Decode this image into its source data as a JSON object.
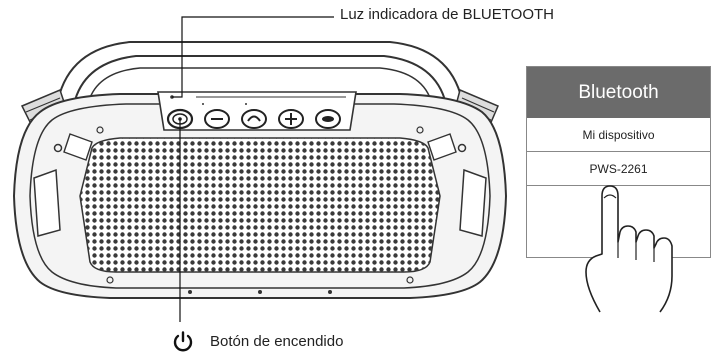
{
  "callouts": {
    "bluetooth_light": "Luz indicadora de BLUETOOTH",
    "power_button": "Botón de encendido"
  },
  "phone": {
    "header": "Bluetooth",
    "items": [
      "Mi dispositivo",
      "PWS-2261"
    ]
  },
  "icons": [
    "power-icon",
    "hand-pointer-icon"
  ]
}
